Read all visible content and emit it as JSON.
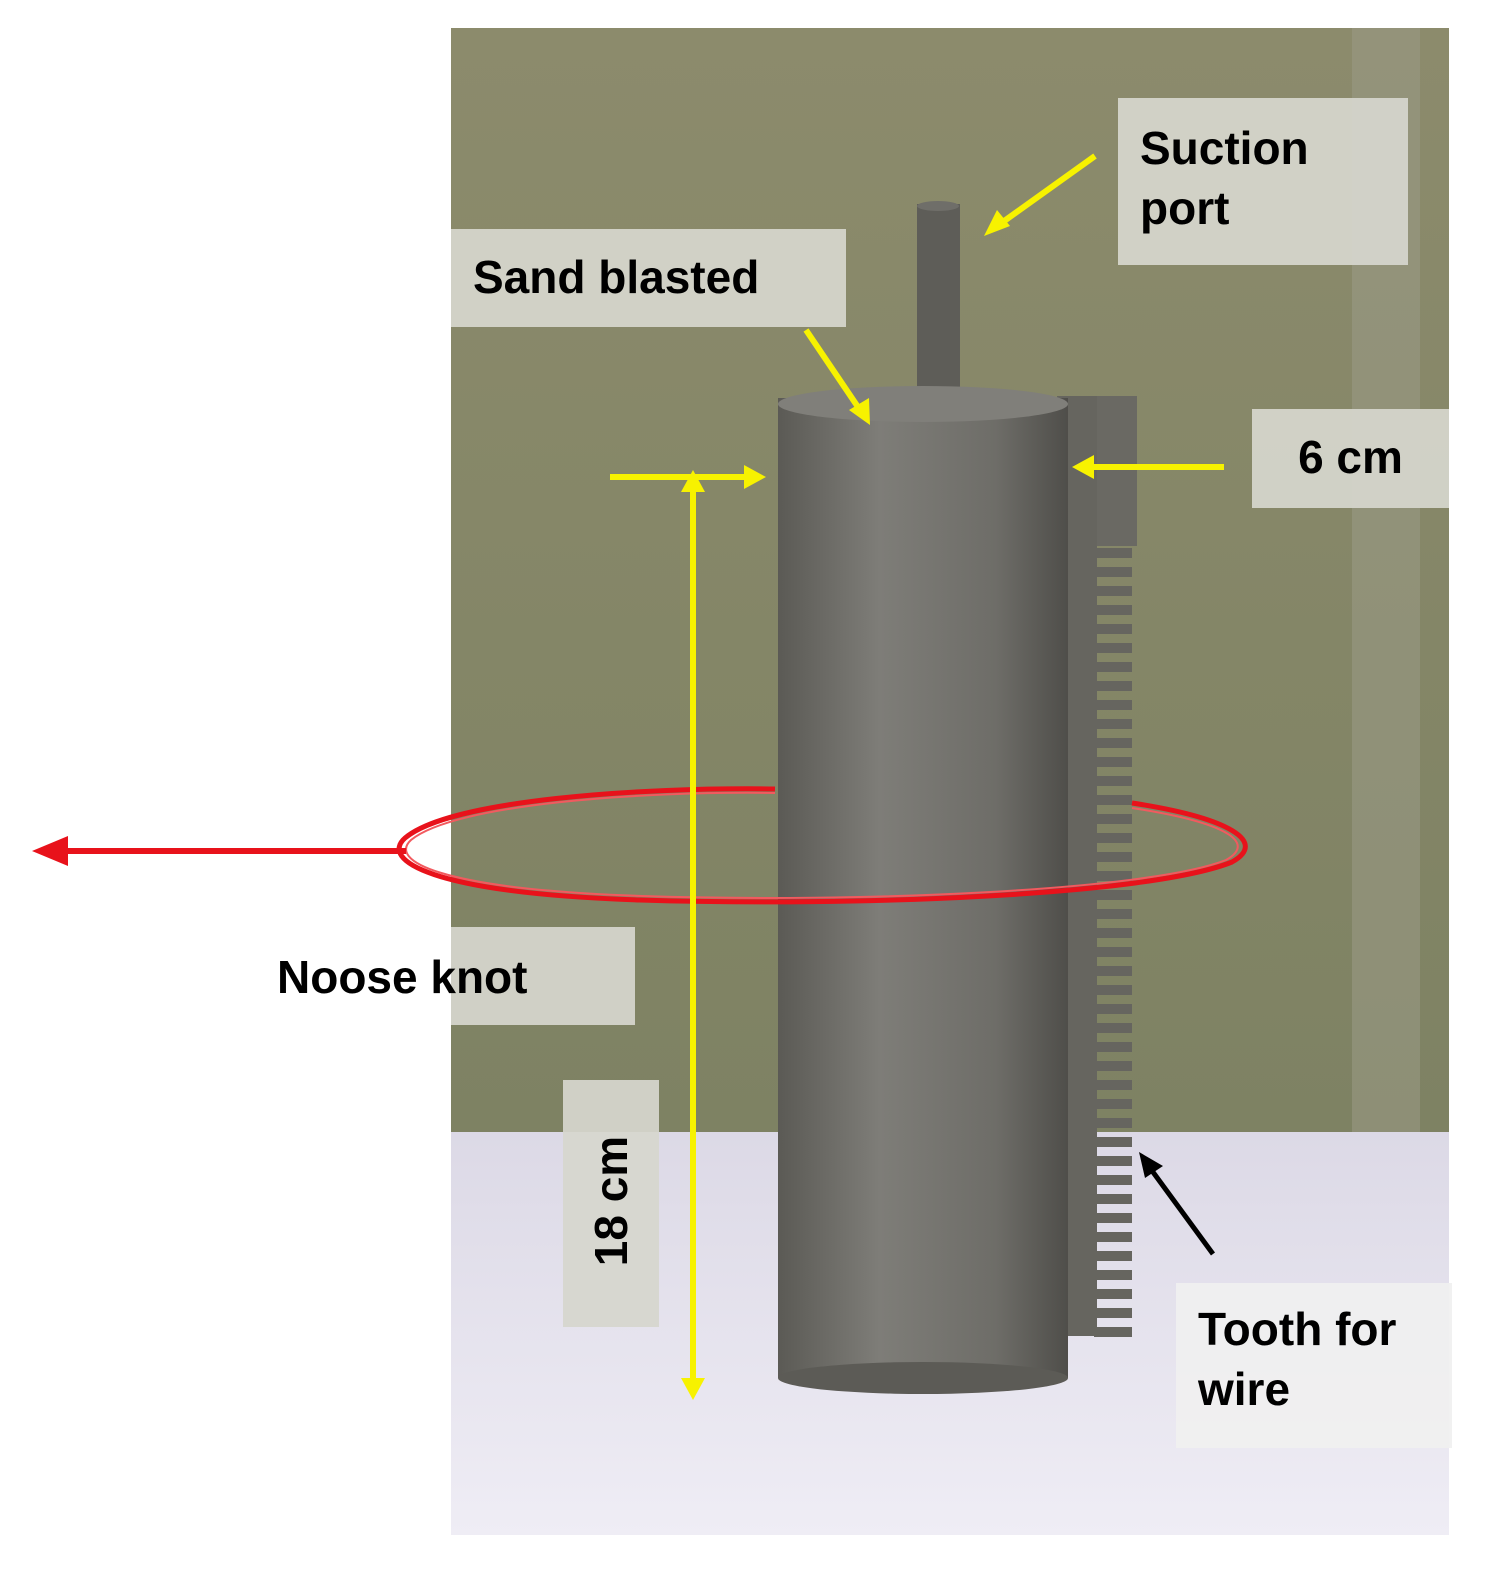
{
  "photo": {
    "subject": "metal-cylinder-with-toothed-rack",
    "colors": {
      "wall_top": "#8c8b6c",
      "wall_bottom": "#7e8263",
      "table": "#e6e3ef",
      "cylinder_light": "#7d7c78",
      "cylinder_dark": "#55544f",
      "rack": "#66655f",
      "yellow_arrow": "#f7f200",
      "red_rope": "#e8121b",
      "black_arrow": "#000000"
    }
  },
  "labels": {
    "suction_port": "Suction port",
    "sand_blasted": "Sand blasted",
    "width": "6 cm",
    "noose_knot": "Noose knot",
    "height": "18 cm",
    "tooth_for_wire": "Tooth for wire"
  }
}
